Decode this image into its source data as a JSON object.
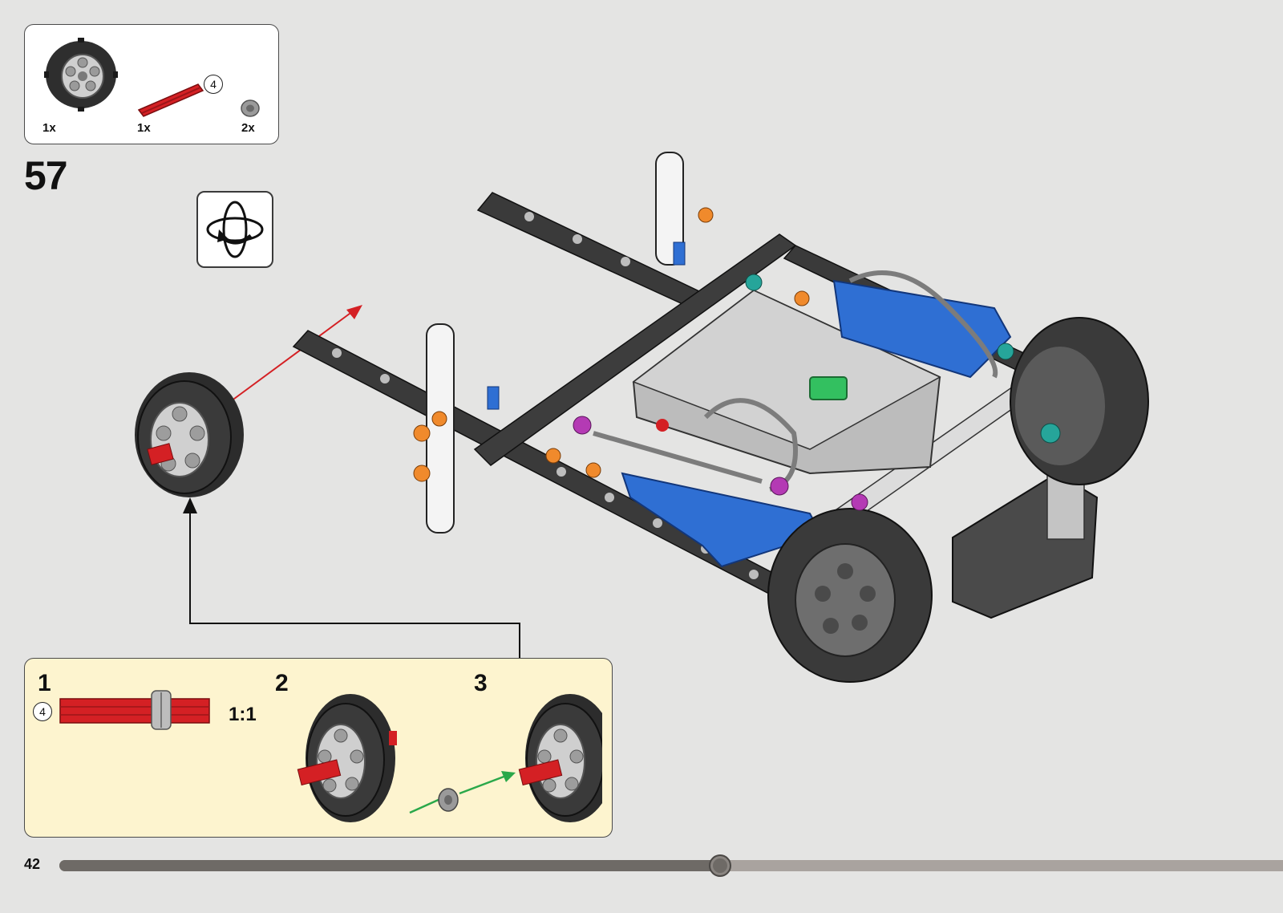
{
  "parts_list": {
    "items": [
      {
        "name": "wheel",
        "quantity": "1x"
      },
      {
        "name": "red-axle",
        "quantity": "1x",
        "length_marker": "4"
      },
      {
        "name": "bush",
        "quantity": "2x"
      }
    ]
  },
  "step": {
    "number": "57"
  },
  "rotate_icon": "rotate-model-icon",
  "sub_assembly": {
    "steps": [
      {
        "number": "1",
        "length_marker": "4",
        "scale_label": "1:1"
      },
      {
        "number": "2"
      },
      {
        "number": "3"
      }
    ]
  },
  "footer": {
    "page_number": "42",
    "progress": 0.54
  },
  "colors": {
    "background": "#e4e4e3",
    "sub_box_fill": "#fdf4cf",
    "axle_red": "#d42024",
    "arrow_green": "#2aa84a",
    "tire": "#2c2c2c",
    "beam_dark": "#3a3a3a",
    "beam_blue": "#2f6fd3",
    "hub_green": "#33c060"
  }
}
